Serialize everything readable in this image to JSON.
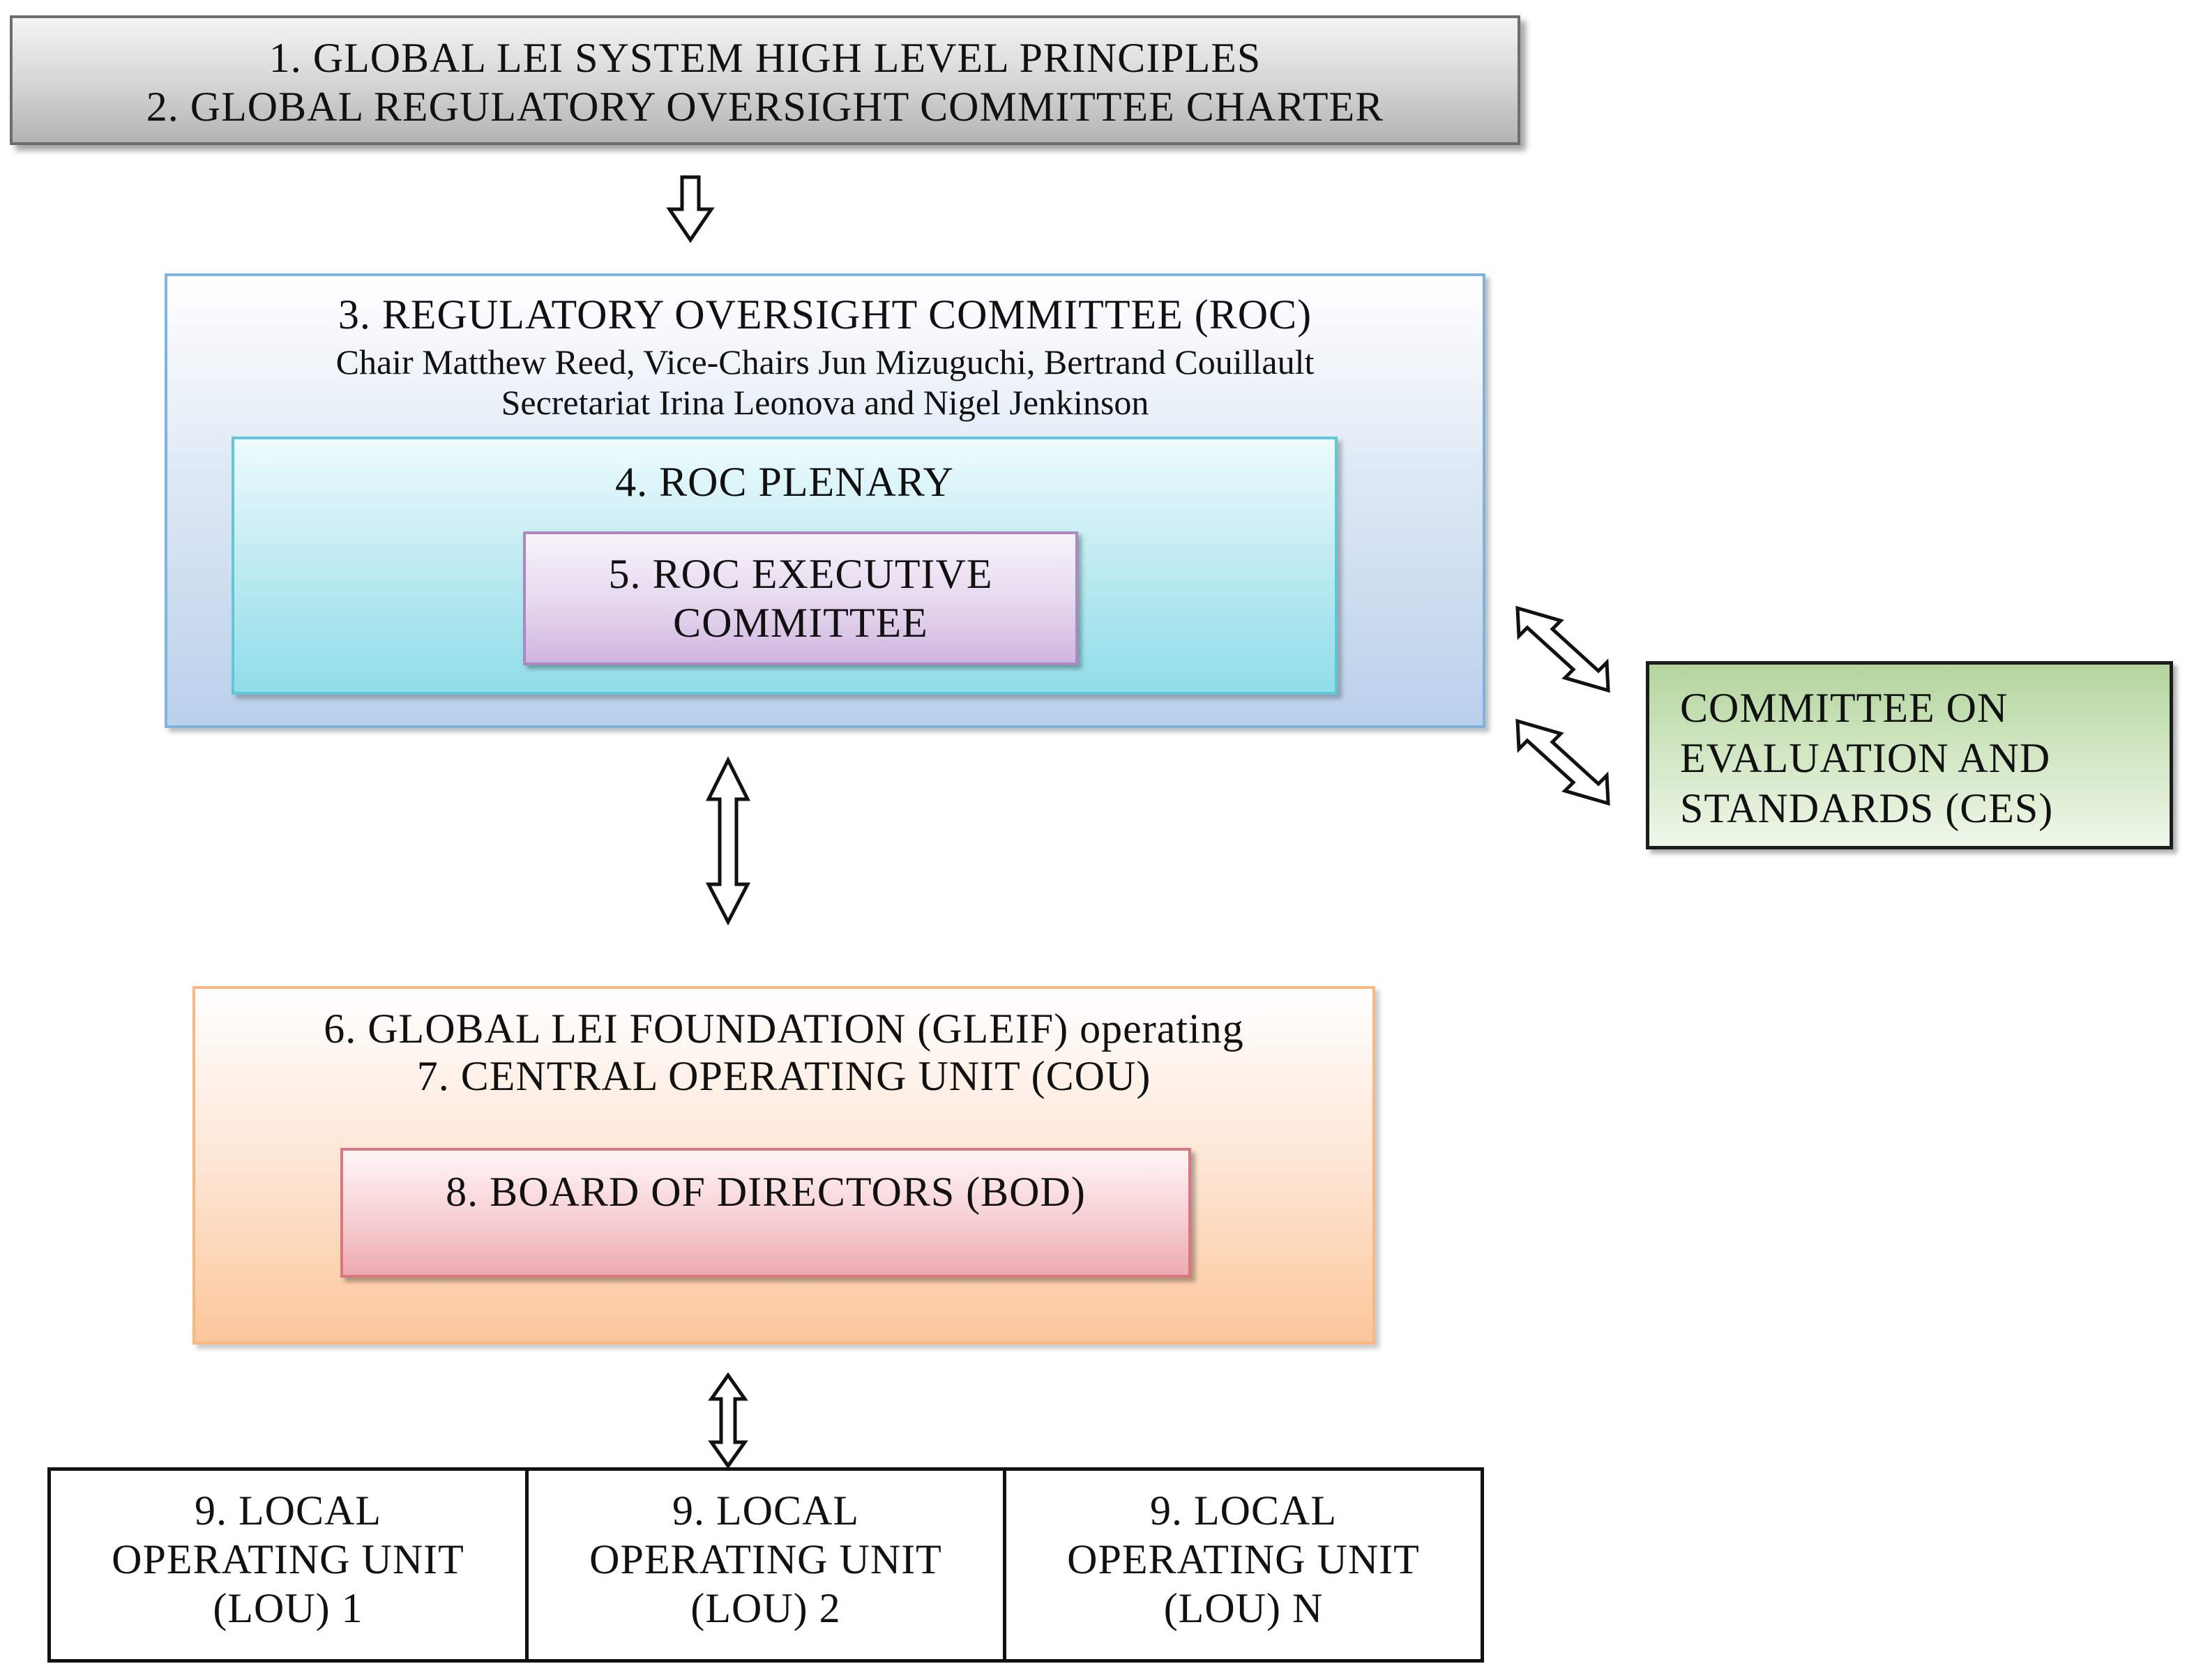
{
  "principles_box": {
    "line1": "1. GLOBAL LEI SYSTEM HIGH LEVEL PRINCIPLES",
    "line2": "2. GLOBAL REGULATORY OVERSIGHT COMMITTEE CHARTER"
  },
  "roc": {
    "title": "3. REGULATORY OVERSIGHT COMMITTEE (ROC)",
    "chair_line": "Chair Matthew Reed, Vice-Chairs Jun Mizuguchi, Bertrand Couillault",
    "secretariat_line": "Secretariat Irina Leonova and Nigel Jenkinson",
    "plenary": {
      "title": "4. ROC PLENARY",
      "executive_committee": {
        "line1": "5. ROC EXECUTIVE",
        "line2": "COMMITTEE"
      }
    }
  },
  "ces": {
    "line1": "COMMITTEE ON",
    "line2": "EVALUATION AND",
    "line3": "STANDARDS (CES)"
  },
  "gleif": {
    "line1": "6. GLOBAL LEI FOUNDATION (GLEIF) operating",
    "line2": "7. CENTRAL OPERATING UNIT (COU)",
    "board": "8. BOARD OF DIRECTORS (BOD)"
  },
  "lous": [
    {
      "line1": "9. LOCAL",
      "line2": "OPERATING UNIT",
      "line3": "(LOU) 1"
    },
    {
      "line1": "9. LOCAL",
      "line2": "OPERATING UNIT",
      "line3": "(LOU) 2"
    },
    {
      "line1": "9. LOCAL",
      "line2": "OPERATING UNIT",
      "line3": "(LOU) N"
    }
  ],
  "colors": {
    "principles": "#c9c9c9",
    "roc": "#b9d0ea",
    "plenary": "#90dde8",
    "executive": "#cfb6df",
    "ces": "#b3d49d",
    "gleif": "#fbc699",
    "board": "#eeaab1"
  }
}
